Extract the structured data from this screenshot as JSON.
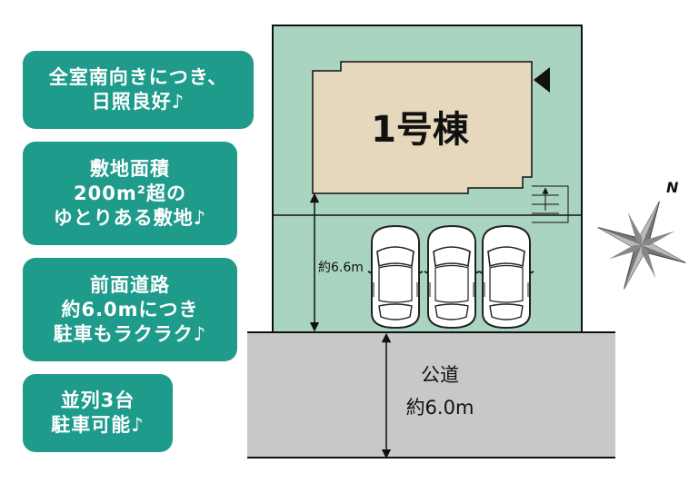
{
  "badges": [
    {
      "lines": [
        "全室南向きにつき、",
        "日照良好♪"
      ]
    },
    {
      "lines": [
        "敷地面積",
        "200m²超の",
        "ゆとりある敷地♪"
      ]
    },
    {
      "lines": [
        "前面道路",
        "約6.0mにつき",
        "駐車もラクラク♪"
      ]
    },
    {
      "lines": [
        "並列3台",
        "駐車可能♪"
      ]
    }
  ],
  "plan": {
    "building_label": "1号棟",
    "depth_label": "約6.6m",
    "road_label": "公道",
    "road_width_label": "約6.0m",
    "compass_label": "N",
    "car_count": 3
  },
  "colors": {
    "badge": "#1e9b8b",
    "lot": "#a9d4bf",
    "building": "#e5d8bd",
    "road": "#c8c8c8"
  }
}
